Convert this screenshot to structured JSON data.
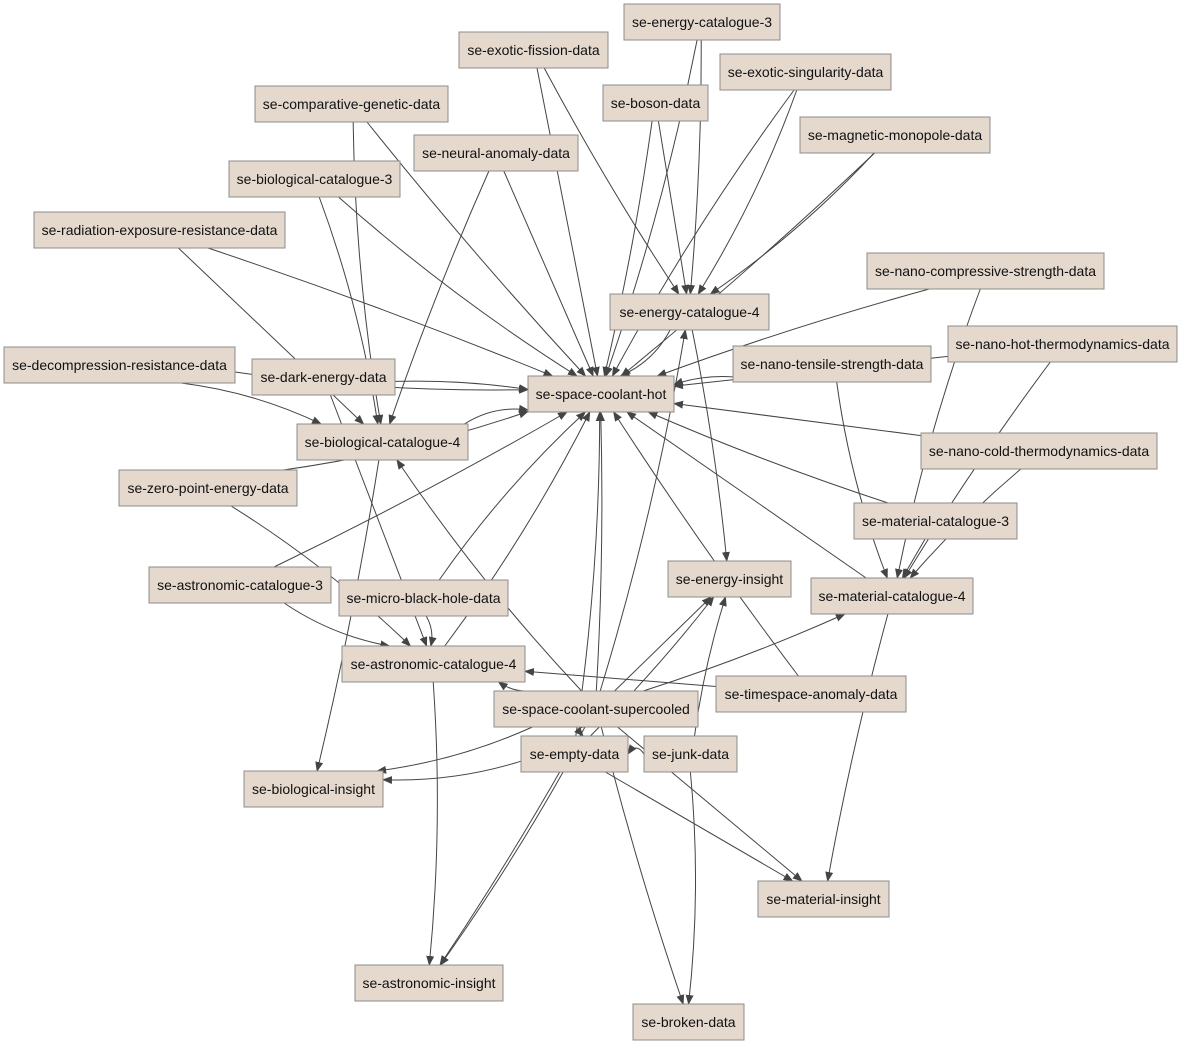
{
  "colors": {
    "node_fill": "#e5d9ce",
    "node_border": "#8c8c8c",
    "edge": "#444444",
    "background": "#ffffff"
  },
  "nodes": [
    {
      "id": "hot",
      "label": "se-space-coolant-hot"
    },
    {
      "id": "super",
      "label": "se-space-coolant-supercooled"
    },
    {
      "id": "ec3",
      "label": "se-energy-catalogue-3"
    },
    {
      "id": "efd",
      "label": "se-exotic-fission-data"
    },
    {
      "id": "esd",
      "label": "se-exotic-singularity-data"
    },
    {
      "id": "boson",
      "label": "se-boson-data"
    },
    {
      "id": "cgd",
      "label": "se-comparative-genetic-data"
    },
    {
      "id": "mmd",
      "label": "se-magnetic-monopole-data"
    },
    {
      "id": "nad",
      "label": "se-neural-anomaly-data"
    },
    {
      "id": "bc3",
      "label": "se-biological-catalogue-3"
    },
    {
      "id": "rerd",
      "label": "se-radiation-exposure-resistance-data"
    },
    {
      "id": "ncsd",
      "label": "se-nano-compressive-strength-data"
    },
    {
      "id": "ec4",
      "label": "se-energy-catalogue-4"
    },
    {
      "id": "nhtd",
      "label": "se-nano-hot-thermodynamics-data"
    },
    {
      "id": "drd",
      "label": "se-decompression-resistance-data"
    },
    {
      "id": "ded",
      "label": "se-dark-energy-data"
    },
    {
      "id": "ntsd",
      "label": "se-nano-tensile-strength-data"
    },
    {
      "id": "bc4",
      "label": "se-biological-catalogue-4"
    },
    {
      "id": "nctd",
      "label": "se-nano-cold-thermodynamics-data"
    },
    {
      "id": "zped",
      "label": "se-zero-point-energy-data"
    },
    {
      "id": "mc3",
      "label": "se-material-catalogue-3"
    },
    {
      "id": "ac3",
      "label": "se-astronomic-catalogue-3"
    },
    {
      "id": "mbhd",
      "label": "se-micro-black-hole-data"
    },
    {
      "id": "ei",
      "label": "se-energy-insight"
    },
    {
      "id": "mc4",
      "label": "se-material-catalogue-4"
    },
    {
      "id": "ac4",
      "label": "se-astronomic-catalogue-4"
    },
    {
      "id": "tad",
      "label": "se-timespace-anomaly-data"
    },
    {
      "id": "empty",
      "label": "se-empty-data"
    },
    {
      "id": "junk",
      "label": "se-junk-data"
    },
    {
      "id": "bi",
      "label": "se-biological-insight"
    },
    {
      "id": "mi",
      "label": "se-material-insight"
    },
    {
      "id": "ai",
      "label": "se-astronomic-insight"
    },
    {
      "id": "broken",
      "label": "se-broken-data"
    }
  ],
  "edges": [
    [
      "ec3",
      "hot"
    ],
    [
      "ec3",
      "ec4"
    ],
    [
      "efd",
      "hot"
    ],
    [
      "efd",
      "ec4"
    ],
    [
      "esd",
      "hot"
    ],
    [
      "esd",
      "ec4"
    ],
    [
      "boson",
      "hot"
    ],
    [
      "boson",
      "ec4"
    ],
    [
      "cgd",
      "hot"
    ],
    [
      "cgd",
      "bc4"
    ],
    [
      "mmd",
      "ec4"
    ],
    [
      "mmd",
      "hot"
    ],
    [
      "nad",
      "hot"
    ],
    [
      "nad",
      "bc4"
    ],
    [
      "bc3",
      "hot"
    ],
    [
      "bc3",
      "bc4"
    ],
    [
      "rerd",
      "hot"
    ],
    [
      "rerd",
      "bc4"
    ],
    [
      "ncsd",
      "hot"
    ],
    [
      "ncsd",
      "mc4"
    ],
    [
      "ec4",
      "hot"
    ],
    [
      "ec4",
      "ei"
    ],
    [
      "nhtd",
      "hot"
    ],
    [
      "nhtd",
      "mc4"
    ],
    [
      "drd",
      "hot"
    ],
    [
      "drd",
      "bc4"
    ],
    [
      "ded",
      "hot"
    ],
    [
      "ded",
      "ac4"
    ],
    [
      "ntsd",
      "hot"
    ],
    [
      "ntsd",
      "mc4"
    ],
    [
      "bc4",
      "hot"
    ],
    [
      "bc4",
      "bi"
    ],
    [
      "nctd",
      "hot"
    ],
    [
      "nctd",
      "mc4"
    ],
    [
      "zped",
      "hot"
    ],
    [
      "zped",
      "ac4"
    ],
    [
      "mc3",
      "hot"
    ],
    [
      "mc3",
      "mc4"
    ],
    [
      "ac3",
      "hot"
    ],
    [
      "ac3",
      "ac4"
    ],
    [
      "mbhd",
      "hot"
    ],
    [
      "mbhd",
      "ac4"
    ],
    [
      "mc4",
      "hot"
    ],
    [
      "mc4",
      "mi"
    ],
    [
      "ac4",
      "hot"
    ],
    [
      "ac4",
      "ai"
    ],
    [
      "tad",
      "hot"
    ],
    [
      "tad",
      "ac4"
    ],
    [
      "super",
      "hot"
    ],
    [
      "super",
      "ec4"
    ],
    [
      "super",
      "bc4"
    ],
    [
      "super",
      "ac4"
    ],
    [
      "super",
      "ei"
    ],
    [
      "super",
      "mc4"
    ],
    [
      "super",
      "empty"
    ],
    [
      "super",
      "bi"
    ],
    [
      "super",
      "ai"
    ],
    [
      "super",
      "mi"
    ],
    [
      "super",
      "broken"
    ],
    [
      "empty",
      "hot"
    ],
    [
      "empty",
      "bi"
    ],
    [
      "empty",
      "ai"
    ],
    [
      "empty",
      "mi"
    ],
    [
      "empty",
      "ei"
    ],
    [
      "junk",
      "empty"
    ],
    [
      "junk",
      "broken"
    ],
    [
      "junk",
      "ei"
    ]
  ]
}
